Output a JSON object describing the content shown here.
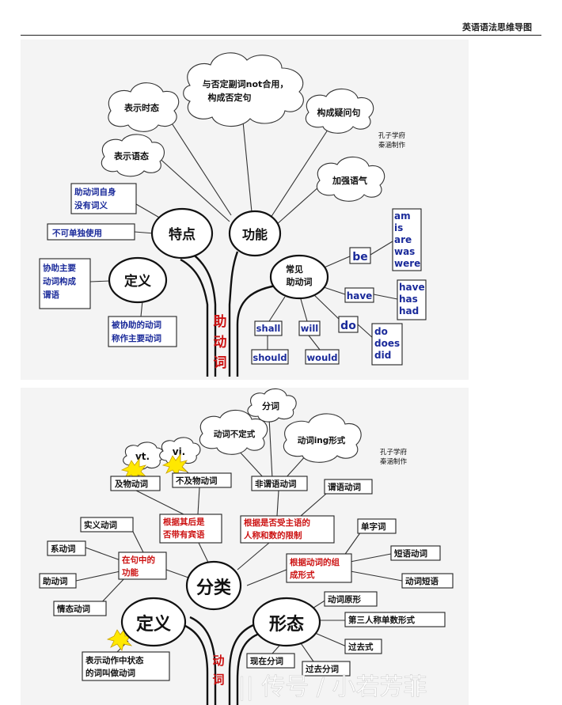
{
  "header": {
    "title": "英语语法思维导图"
  },
  "top": {
    "trunk": [
      "助",
      "动",
      "词"
    ],
    "nodes": {
      "tedian": "特点",
      "gongneng": "功能",
      "dingyi": "定义",
      "changjian": [
        "常见",
        "助动词"
      ]
    },
    "clouds": {
      "tense": "表示时态",
      "voice": "表示语态",
      "negate": [
        "与否定副词not合用，",
        "构成否定句"
      ],
      "question": "构成疑问句",
      "emph": "加强语气"
    },
    "boxes": {
      "no_meaning": [
        "助动词自身",
        "没有词义"
      ],
      "not_alone": "不可单独使用",
      "assist": [
        "协助主要",
        "动词构成",
        "谓语"
      ],
      "assisted": [
        "被协助的动词",
        "称作主要动词"
      ],
      "credit": [
        "孔子学府",
        "秦涵制作"
      ]
    },
    "aux": {
      "be": "be",
      "be_forms": [
        "am",
        "is",
        "are",
        "was",
        "were"
      ],
      "have": "have",
      "have_forms": [
        "have",
        "has",
        "had"
      ],
      "do": "do",
      "do_forms": [
        "do",
        "does",
        "did"
      ],
      "shall": "shall",
      "should": "should",
      "will": "will",
      "would": "would"
    }
  },
  "bottom": {
    "trunk": [
      "动",
      "词"
    ],
    "nodes": {
      "fenlei": "分类",
      "dingyi": "定义",
      "xingtai": "形态"
    },
    "clouds": {
      "participle": "分词",
      "infinitive": "动词不定式",
      "ing": "动词ing形式",
      "vt": "vt.",
      "vi": "vi."
    },
    "boxes": {
      "credit": [
        "孔子学府",
        "秦涵制作"
      ],
      "trans": "及物动词",
      "intrans": "不及物动词",
      "nonpred": "非谓语动词",
      "pred": "谓语动词",
      "by_object": [
        "根据其后是",
        "否带有宾语"
      ],
      "by_subject": [
        "根据是否受主语的",
        "人称和数的限制"
      ],
      "content": "实义动词",
      "link": "系动词",
      "in_sentence": [
        "在句中的",
        "功能"
      ],
      "aux": "助动词",
      "modal": "情态动词",
      "single": "单字词",
      "phrase_verb": "短语动词",
      "verb_phrase": "动词短语",
      "by_form": [
        "根据动词的组",
        "成形式"
      ],
      "base": "动词原形",
      "third": "第三人称单数形式",
      "past": "过去式",
      "pres_part": "现在分词",
      "past_part": "过去分词",
      "def_text": [
        "表示动作中状态",
        "的词叫做动词"
      ]
    }
  },
  "watermark": "|| 传号 / 小若芳菲"
}
